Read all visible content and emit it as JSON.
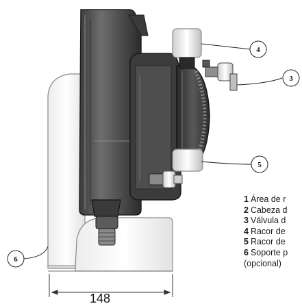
{
  "callouts": [
    {
      "number": "4"
    },
    {
      "number": "3"
    },
    {
      "number": "5"
    },
    {
      "number": "6"
    }
  ],
  "legend": {
    "items": [
      {
        "number": "1",
        "text": "Área de r"
      },
      {
        "number": "2",
        "text": "Cabeza d"
      },
      {
        "number": "3",
        "text": "Válvula d"
      },
      {
        "number": "4",
        "text": "Racor de"
      },
      {
        "number": "5",
        "text": "Racor de"
      },
      {
        "number": "6",
        "text": "Soporte p"
      }
    ],
    "trailing": "(opcional)"
  },
  "dimension": {
    "value": "148"
  }
}
